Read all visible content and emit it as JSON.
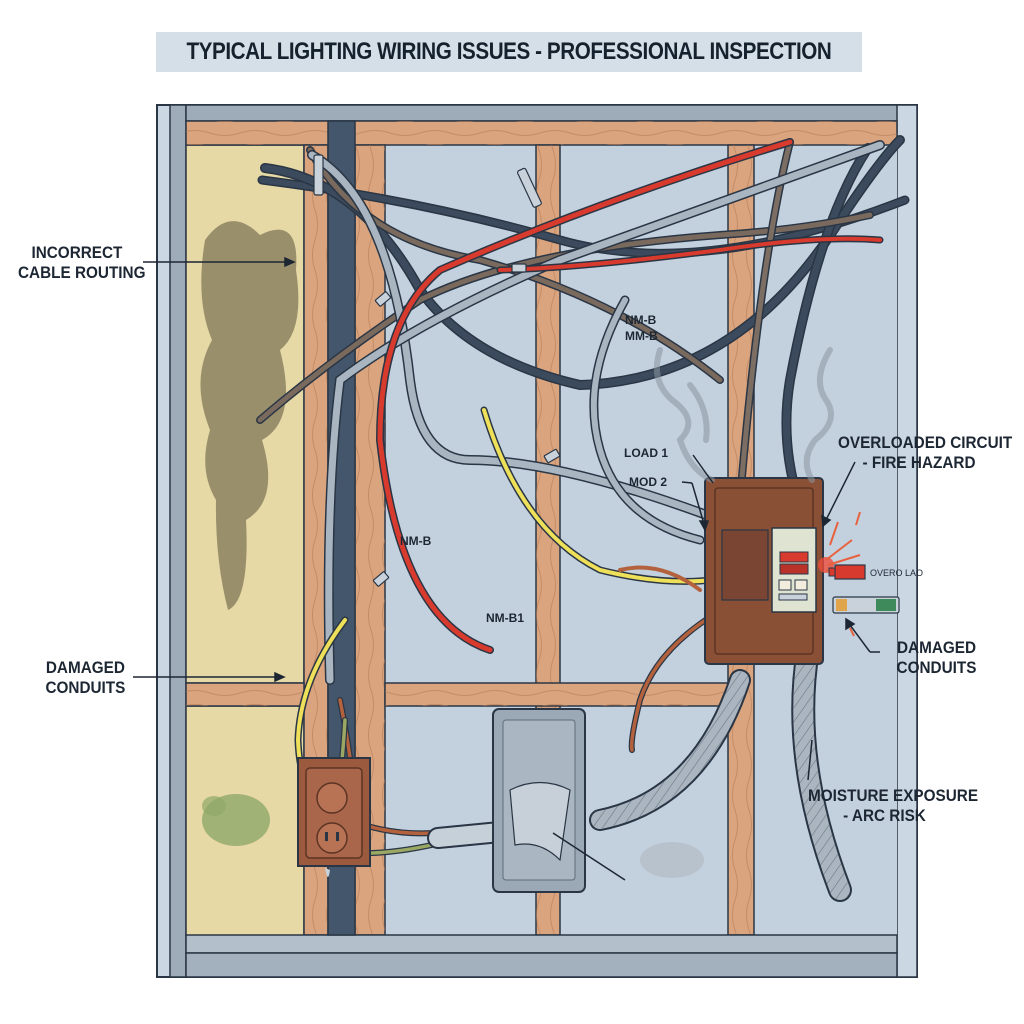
{
  "title": "TYPICAL LIGHTING WIRING ISSUES - PROFESSIONAL INSPECTION",
  "callouts": {
    "incorrect_routing": {
      "line1": "INCORRECT",
      "line2": "CABLE ROUTING"
    },
    "damaged_conduits_left": {
      "line1": "DAMAGED",
      "line2": "CONDUITS"
    },
    "overloaded_circuit": {
      "line1": "OVERLOADED CIRCUIT",
      "line2": "- FIRE HAZARD"
    },
    "damaged_conduits_right": {
      "line1": "DAMAGED",
      "line2": "CONDUITS"
    },
    "moisture_exposure": {
      "line1": "MOISTURE EXPOSURE",
      "line2": "- ARC RISK"
    }
  },
  "cable_labels": {
    "nmb_top": "NM-B",
    "mmb_top": "MM-B",
    "nmb_mid": "NM-B",
    "nmb1": "NM-B1",
    "load1": "LOAD 1",
    "mod2": "MOD 2",
    "overload_tag": "OVERO LAO"
  },
  "colors": {
    "wall": "#c3d1de",
    "wood": "#d9a47e",
    "frame": "#9aa8b5",
    "insulation": "#e6d9a6",
    "stain": "#8c8160",
    "hot_wire": "#d83a2e",
    "neutral_wire": "#a9b6c2",
    "dark_cable": "#3b4a5c",
    "yellow_wire": "#efe05a",
    "panel": "#8a5036",
    "label_text": "#1d2733"
  }
}
